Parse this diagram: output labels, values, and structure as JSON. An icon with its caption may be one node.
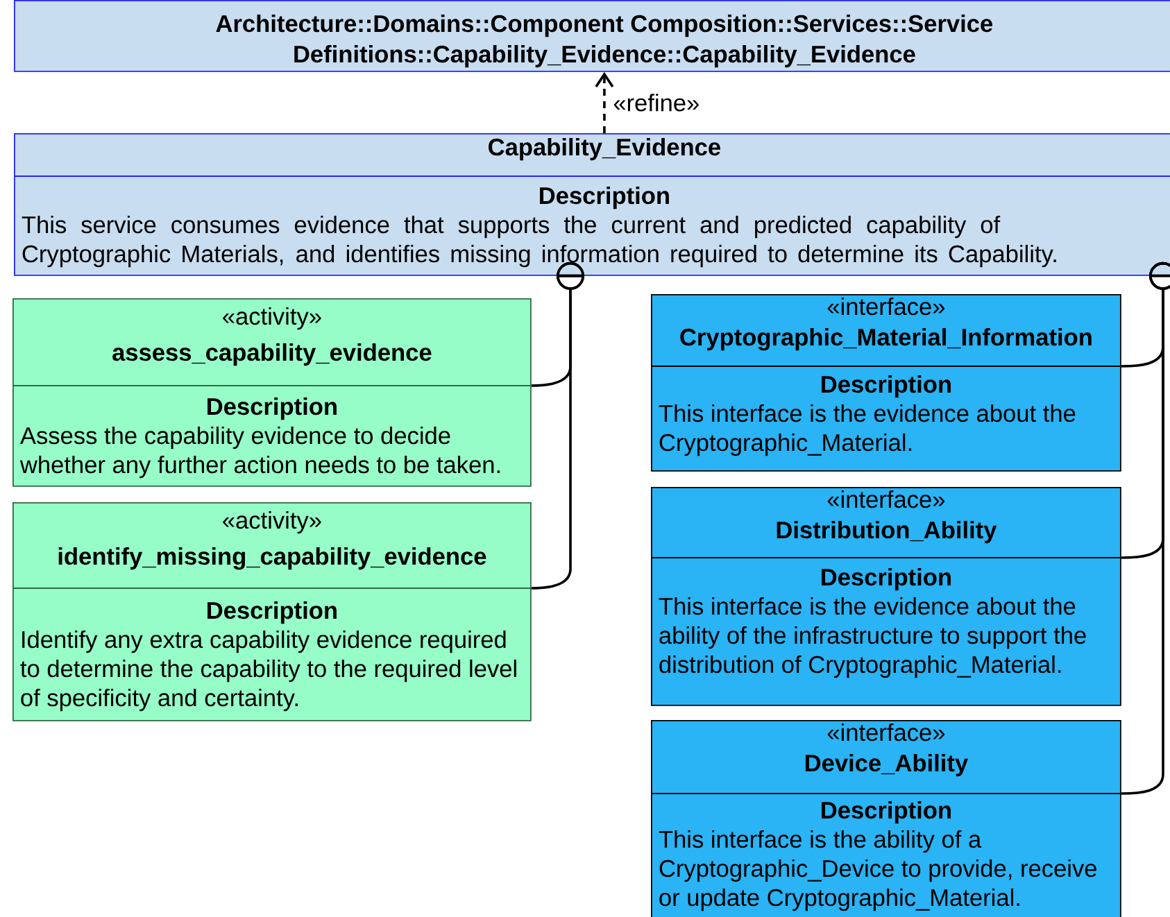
{
  "diagram": {
    "nodes": [
      {
        "text": [
          "Architecture::Domains::Component Composition::Services::Service Definitions::Capability_Evidence::Capability_Evidence"
        ]
      },
      {
        "text": [
          "Capability_Evidence",
          "Description",
          "This service consumes evidence that supports the current and predicted capability of Cryptographic Materials, and identifies missing information required to determine its Capability."
        ]
      },
      {
        "text": [
          "«activity»",
          "assess_capability_evidence",
          "Description",
          "Assess the capability evidence to decide whether any further action needs to be taken."
        ]
      },
      {
        "text": [
          "«activity»",
          "identify_missing_capability_evidence",
          "Description",
          "Identify any extra capability evidence required to determine the capability to the required level of specificity and certainty."
        ]
      },
      {
        "text": [
          "«interface»",
          "Cryptographic_Material_Information",
          "Description",
          "This interface is the evidence about the Cryptographic_Material."
        ]
      },
      {
        "text": [
          "«interface»",
          "Distribution_Ability",
          "Description",
          "This interface is the evidence about the ability of the infrastructure to support the distribution of Cryptographic_Material."
        ]
      },
      {
        "text": [
          "«interface»",
          "Device_Ability",
          "Description",
          "This interface is the ability of a Cryptographic_Device to provide, receive or update Cryptographic_Material."
        ]
      }
    ],
    "edges": [
      {
        "from": 1,
        "to": 0,
        "arrow": "to",
        "label": "«refine»",
        "style": "dashed"
      },
      {
        "from": 1,
        "to": 2,
        "arrow": "other"
      },
      {
        "from": 1,
        "to": 3,
        "arrow": "other"
      },
      {
        "from": 1,
        "to": 4,
        "arrow": "other"
      },
      {
        "from": 1,
        "to": 5,
        "arrow": "other"
      },
      {
        "from": 1,
        "to": 6,
        "arrow": "other"
      }
    ]
  }
}
